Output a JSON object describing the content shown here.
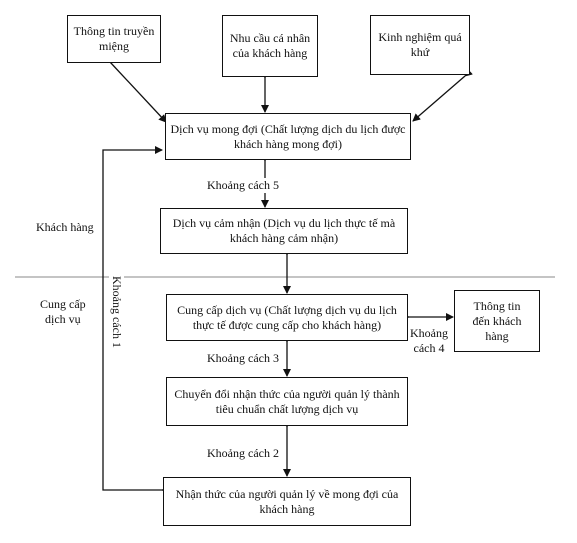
{
  "boxes": {
    "word_of_mouth": [
      "Thông tin truyền",
      "miệng"
    ],
    "personal_needs": [
      "Nhu cầu cá nhân",
      "của khách hàng"
    ],
    "past_experience": [
      "Kinh nghiệm quá",
      "khứ"
    ],
    "expected_service": [
      "Dịch vụ mong đợi (Chất lượng dịch du lịch được",
      "khách hàng mong đợi)"
    ],
    "perceived_service": [
      "Dịch vụ cảm nhận (Dịch vụ du lịch thực tế mà",
      "khách hàng cảm nhận)"
    ],
    "service_delivery": [
      "Cung cấp dịch vụ (Chất lượng dịch vụ du lịch",
      "thực tế được cung cấp cho khách hàng)"
    ],
    "external_comms": [
      "Thông tin",
      "đến khách",
      "hàng"
    ],
    "translation_specs": [
      "Chuyển đổi nhận thức của người quản lý thành",
      "tiêu chuẩn chất lượng dịch vụ"
    ],
    "management_perception": [
      "Nhận thức của người quản lý về mong đợi của",
      "khách hàng"
    ]
  },
  "labels": {
    "gap5": "Khoảng cách 5",
    "gap4": [
      "Khoảng",
      "cách 4"
    ],
    "gap3": "Khoảng cách 3",
    "gap2": "Khoảng cách 2",
    "gap1": "Khoảng cách 1",
    "customer_side": "Khách hàng",
    "provider_side": [
      "Cung cấp",
      "dịch vụ"
    ]
  }
}
